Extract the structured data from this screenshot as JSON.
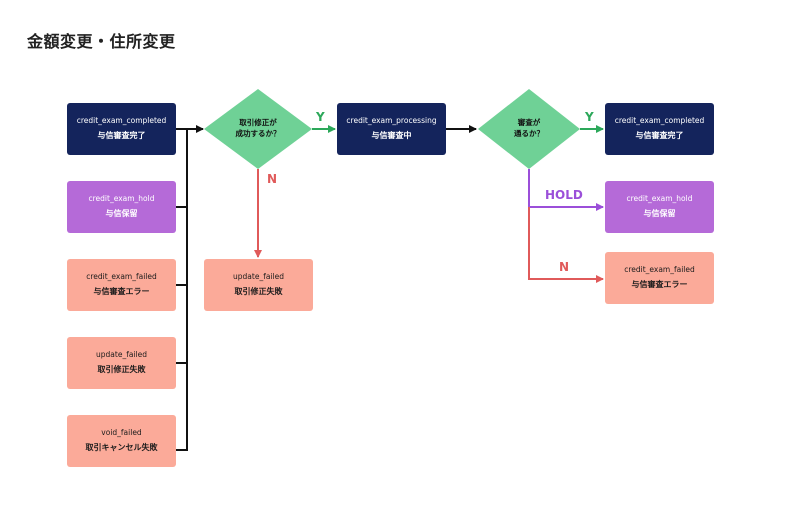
{
  "title": "金額変更・住所変更",
  "nodes": {
    "left_completed": {
      "code": "credit_exam_completed",
      "label": "与信審査完了"
    },
    "left_hold": {
      "code": "credit_exam_hold",
      "label": "与信保留"
    },
    "left_failed": {
      "code": "credit_exam_failed",
      "label": "与信審査エラー"
    },
    "left_update_failed": {
      "code": "update_failed",
      "label": "取引修正失敗"
    },
    "left_void_failed": {
      "code": "void_failed",
      "label": "取引キャンセル失敗"
    },
    "mid_update_failed": {
      "code": "update_failed",
      "label": "取引修正失敗"
    },
    "processing": {
      "code": "credit_exam_processing",
      "label": "与信審査中"
    },
    "right_completed": {
      "code": "credit_exam_completed",
      "label": "与信審査完了"
    },
    "right_hold": {
      "code": "credit_exam_hold",
      "label": "与信保留"
    },
    "right_failed": {
      "code": "credit_exam_failed",
      "label": "与信審査エラー"
    }
  },
  "decisions": {
    "d1": {
      "line1": "取引修正が",
      "line2": "成功するか？"
    },
    "d2": {
      "line1": "審査が",
      "line2": "通るか？"
    }
  },
  "edge_labels": {
    "d1_yes": "Y",
    "d1_no": "N",
    "d2_yes": "Y",
    "d2_hold": "HOLD",
    "d2_no": "N"
  },
  "colors": {
    "navy": "#14245c",
    "purple": "#b56ad8",
    "salmon": "#fbaa99",
    "decision": "#6fd196",
    "yes_arrow": "#2ca85a",
    "no_arrow": "#e05a5a",
    "hold_arrow": "#9b4fd9"
  }
}
